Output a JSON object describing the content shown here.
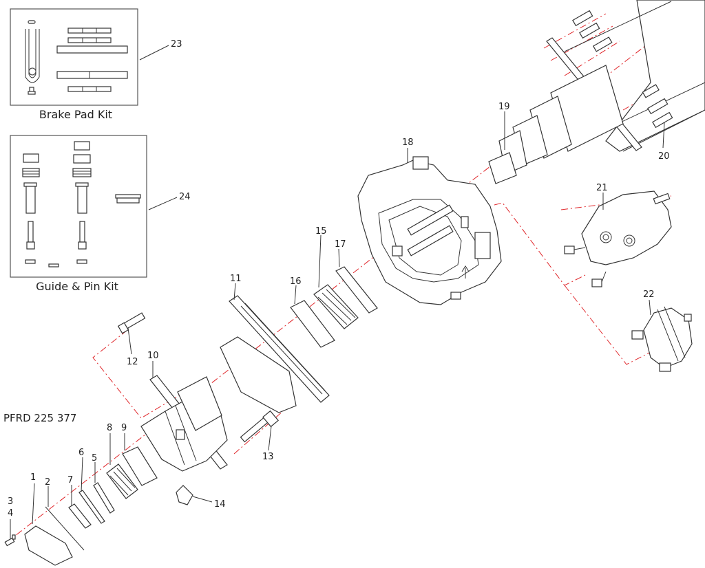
{
  "diagram": {
    "code": "PFRD 225 377",
    "kits": [
      {
        "caption": "Brake Pad Kit",
        "number": "23"
      },
      {
        "caption": "Guide & Pin Kit",
        "number": "24"
      }
    ],
    "labels": {
      "p1": "1",
      "p2": "2",
      "p3": "3",
      "p4": "4",
      "p5": "5",
      "p6": "6",
      "p7": "7",
      "p8": "8",
      "p9": "9",
      "p10": "10",
      "p11": "11",
      "p12": "12",
      "p13": "13",
      "p14": "14",
      "p15": "15",
      "p16": "16",
      "p17": "17",
      "p18": "18",
      "p19": "19",
      "p20": "20",
      "p21": "21",
      "p22": "22"
    },
    "colors": {
      "axis": "#e0262a",
      "line": "#333333"
    }
  }
}
